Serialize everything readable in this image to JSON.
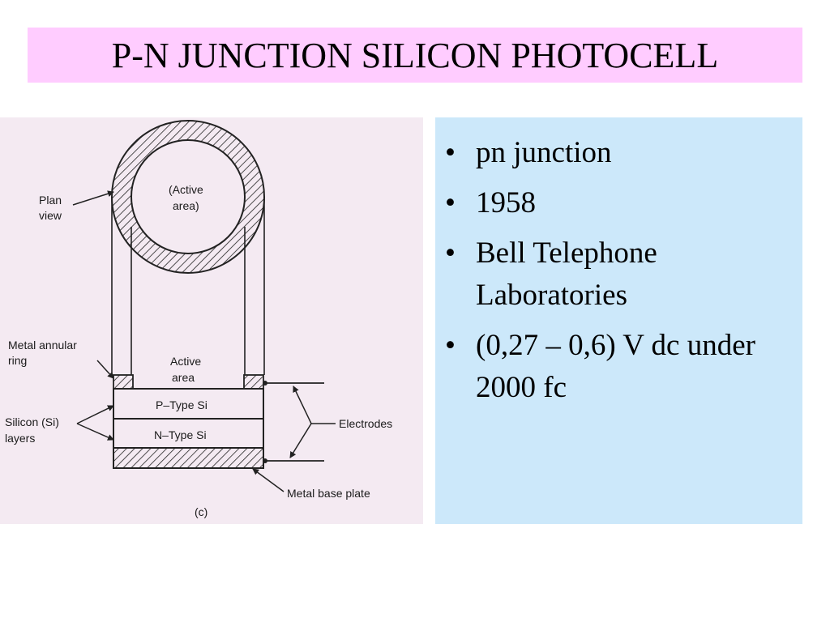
{
  "slide": {
    "title": "P-N JUNCTION SILICON PHOTOCELL",
    "title_bg": "#ffccff",
    "bullets_bg": "#cce8fa",
    "bullet_symbol": "•",
    "bullets": [
      "pn junction",
      "1958",
      "Bell Telephone Laboratories",
      "(0,27 – 0,6) V dc under 2000 fc"
    ]
  },
  "figure": {
    "labels": {
      "plan_view_1": "Plan",
      "plan_view_2": "view",
      "active_area_top_1": "(Active",
      "active_area_top_2": "area)",
      "metal_annular_1": "Metal annular",
      "metal_annular_2": "ring",
      "active_area_1": "Active",
      "active_area_2": "area",
      "p_type": "P–Type Si",
      "n_type": "N–Type Si",
      "silicon_layers_1": "Silicon (Si)",
      "silicon_layers_2": "layers",
      "electrodes": "Electrodes",
      "metal_base": "Metal base plate",
      "caption": "(c)"
    }
  }
}
